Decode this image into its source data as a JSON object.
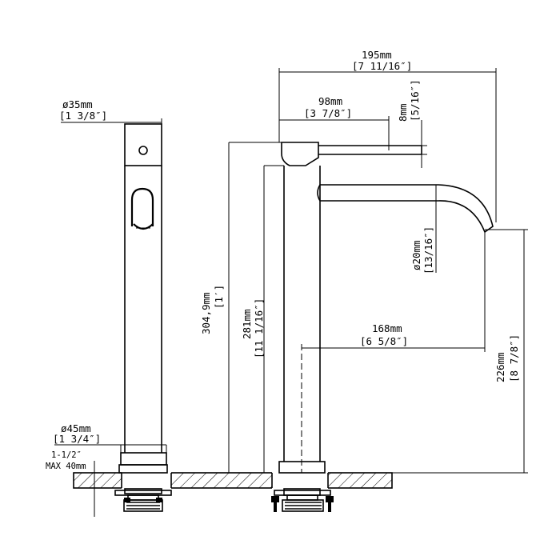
{
  "side_view": {
    "top_diameter": {
      "metric": "ø35mm",
      "imperial": "[1 3/8″]"
    },
    "base_diameter": {
      "metric": "ø45mm",
      "imperial": "[1 3/4″]"
    },
    "deck_thickness": {
      "line1": "1-1/2″",
      "line2": "MAX 40mm"
    }
  },
  "front_view": {
    "overall_depth": {
      "metric": "195mm",
      "imperial": "[7 11/16″]"
    },
    "handle_length": {
      "metric": "98mm",
      "imperial": "[3 7/8″]"
    },
    "handle_thickness": {
      "metric": "8mm",
      "imperial": "[5/16″]"
    },
    "spout_diameter": {
      "metric": "ø20mm",
      "imperial": "[13/16″]"
    },
    "overall_height": {
      "metric": "304,9mm",
      "imperial": "[1′]"
    },
    "body_height": {
      "metric": "281mm",
      "imperial": "[11 1/16″]"
    },
    "spout_reach": {
      "metric": "168mm",
      "imperial": "[6 5/8″]"
    },
    "spout_height": {
      "metric": "226mm",
      "imperial": "[8 7/8″]"
    }
  }
}
